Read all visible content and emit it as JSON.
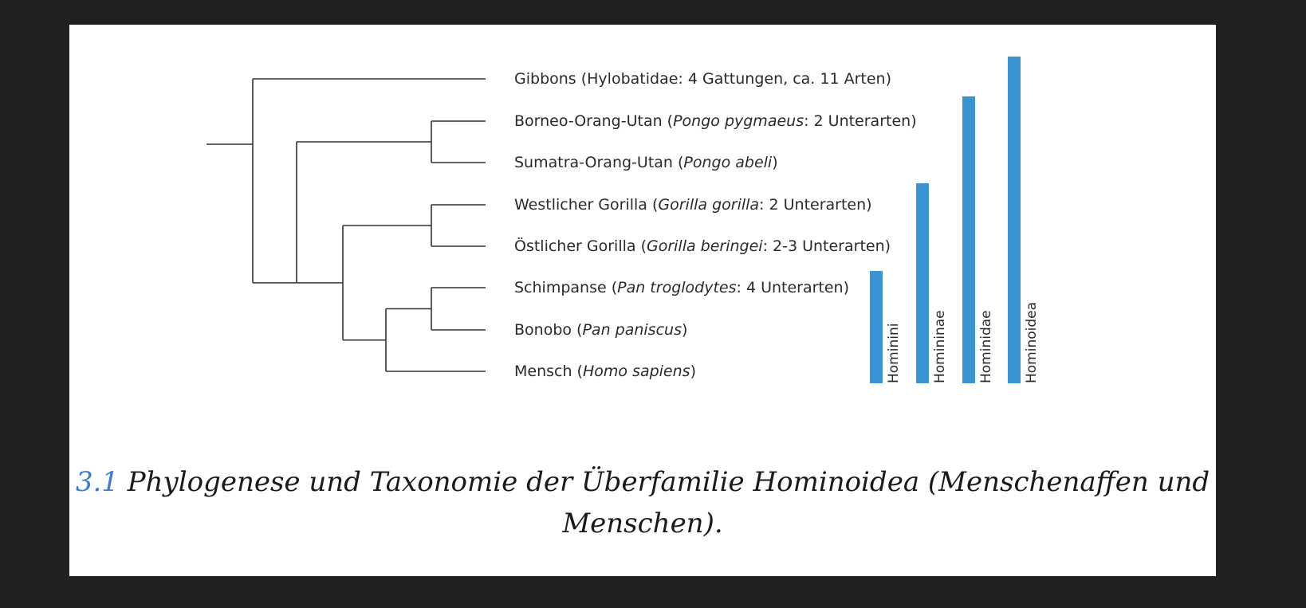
{
  "tree": {
    "leaves": [
      {
        "name": "Gibbons (Hylobatidae: 4 Gattungen, ca. 11 Arten)",
        "parts": [
          {
            "t": "Gibbons (Hylobatidae: 4 Gattungen, ca. 11 Arten)",
            "i": false
          }
        ]
      },
      {
        "name": "Borneo-Orang-Utan (Pongo pygmaeus: 2 Unterarten)",
        "parts": [
          {
            "t": "Borneo-Orang-Utan (",
            "i": false
          },
          {
            "t": "Pongo pygmaeus",
            "i": true
          },
          {
            "t": ": 2 Unterarten)",
            "i": false
          }
        ]
      },
      {
        "name": "Sumatra-Orang-Utan (Pongo abeli)",
        "parts": [
          {
            "t": "Sumatra-Orang-Utan (",
            "i": false
          },
          {
            "t": "Pongo abeli",
            "i": true
          },
          {
            "t": ")",
            "i": false
          }
        ]
      },
      {
        "name": "Westlicher Gorilla (Gorilla gorilla: 2 Unterarten)",
        "parts": [
          {
            "t": "Westlicher Gorilla (",
            "i": false
          },
          {
            "t": "Gorilla gorilla",
            "i": true
          },
          {
            "t": ": 2 Unterarten)",
            "i": false
          }
        ]
      },
      {
        "name": "Östlicher Gorilla (Gorilla beringei: 2-3 Unterarten)",
        "parts": [
          {
            "t": "Östlicher Gorilla (",
            "i": false
          },
          {
            "t": "Gorilla beringei",
            "i": true
          },
          {
            "t": ": 2-3 Unterarten)",
            "i": false
          }
        ]
      },
      {
        "name": "Schimpanse (Pan troglodytes: 4 Unterarten)",
        "parts": [
          {
            "t": "Schimpanse (",
            "i": false
          },
          {
            "t": "Pan troglodytes",
            "i": true
          },
          {
            "t": ": 4 Unterarten)",
            "i": false
          }
        ]
      },
      {
        "name": "Bonobo (Pan paniscus)",
        "parts": [
          {
            "t": "Bonobo (",
            "i": false
          },
          {
            "t": "Pan paniscus",
            "i": true
          },
          {
            "t": ")",
            "i": false
          }
        ]
      },
      {
        "name": "Mensch (Homo sapiens)",
        "parts": [
          {
            "t": "Mensch (",
            "i": false
          },
          {
            "t": "Homo sapiens",
            "i": true
          },
          {
            "t": ")",
            "i": false
          }
        ]
      }
    ]
  },
  "taxa": [
    {
      "label": "Hominini",
      "first_leaf": 5,
      "last_leaf": 7
    },
    {
      "label": "Homininae",
      "first_leaf": 3,
      "last_leaf": 7
    },
    {
      "label": "Hominidae",
      "first_leaf": 1,
      "last_leaf": 7
    },
    {
      "label": "Hominoidea",
      "first_leaf": 0,
      "last_leaf": 7
    }
  ],
  "colors": {
    "bar": "#3a93d2",
    "caption_number": "#3a7bd5",
    "background": "#212121"
  },
  "caption": {
    "number": "3.1",
    "text": "Phylogenese und Taxonomie der Überfamilie Hominoidea (Menschenaffen und",
    "text_line2": "Menschen)."
  }
}
